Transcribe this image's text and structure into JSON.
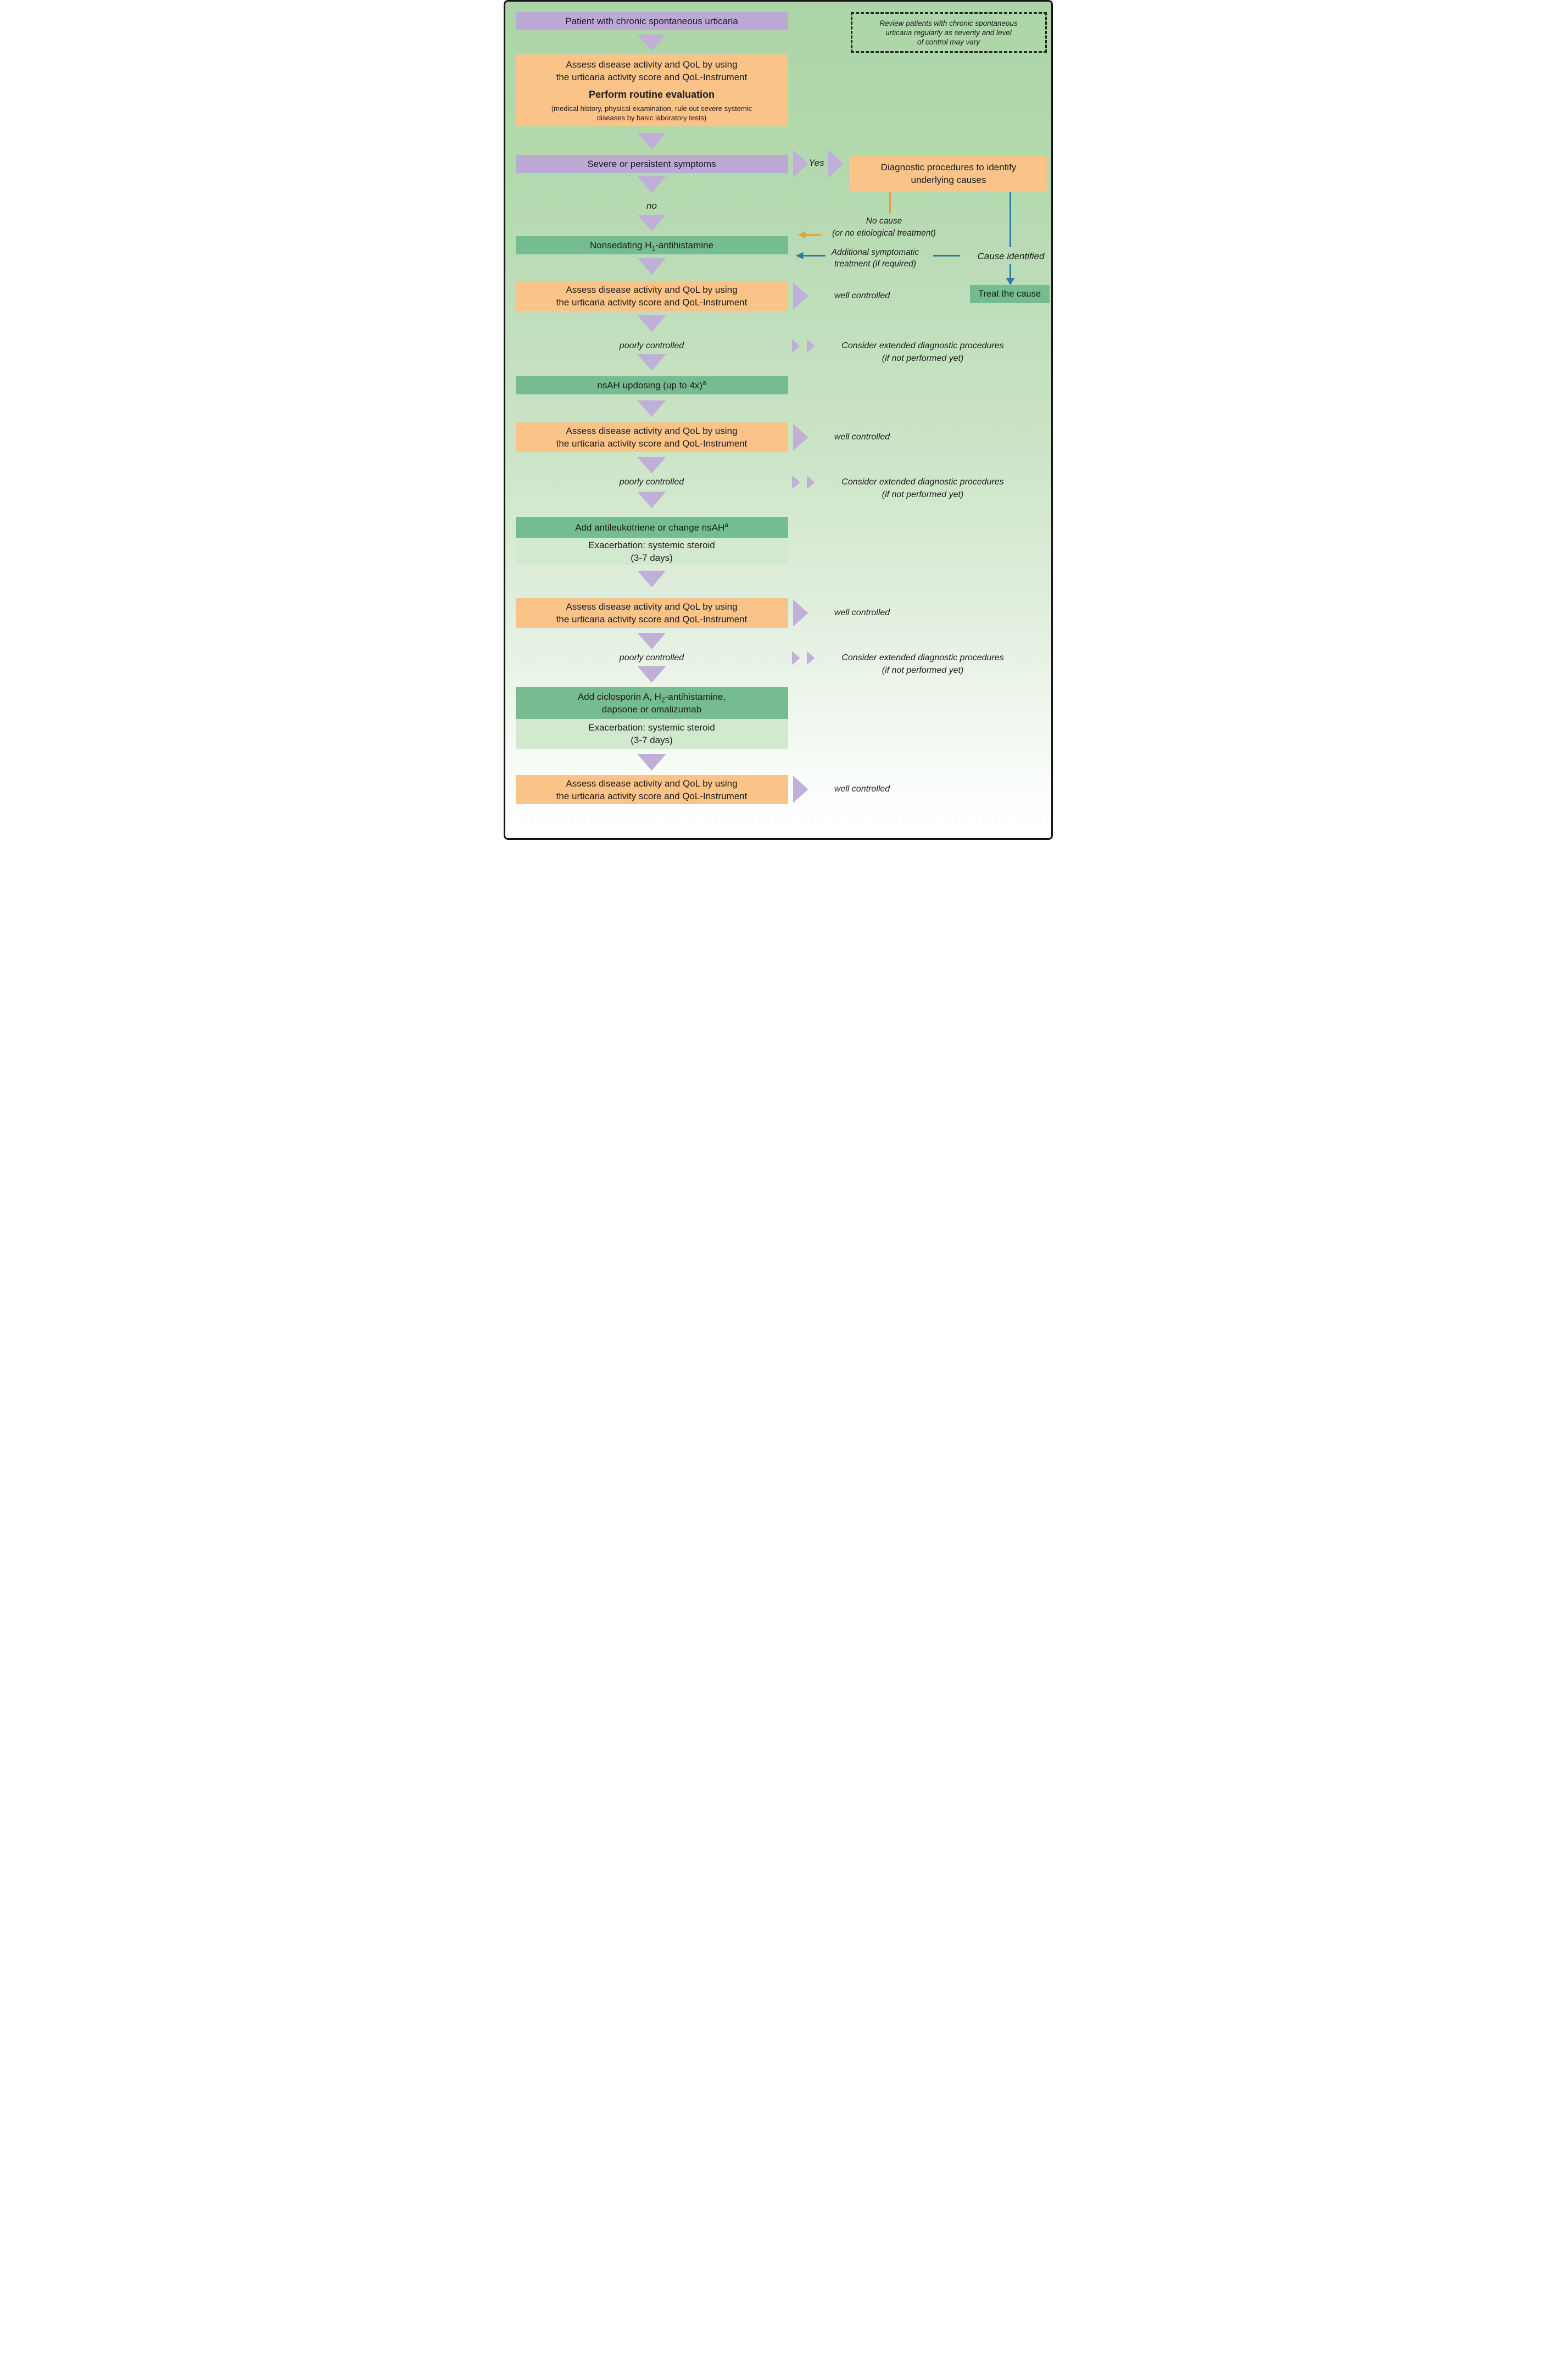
{
  "figure": {
    "start_label": "Patient with chronic spontaneous urticaria",
    "review_note": {
      "line1": "Review patients with chronic spontaneous",
      "line2": "urticaria regularly as severity and level",
      "line3": "of control may vary"
    },
    "assess_box": {
      "line1": "Assess disease activity and QoL by using",
      "line2": "the urticaria activity score and QoL-Instrument"
    },
    "routine_eval": {
      "title": "Perform routine evaluation",
      "detail1": "(medical history, physical examination, rule out severe systemic",
      "detail2": "diseases by basic laboratory tests)"
    },
    "severe_label": "Severe or persistent symptoms",
    "yes_label": "Yes",
    "no_label": "no",
    "diagnostic_box": {
      "line1": "Diagnostic procedures to identify",
      "line2": "underlying causes"
    },
    "no_cause": {
      "line1": "No cause",
      "line2": "(or no etiological treatment)"
    },
    "additional_treatment": {
      "line1": "Additional symptomatic",
      "line2": "treatment (if required)"
    },
    "cause_identified_label": "Cause identified",
    "treat_cause_label": "Treat the cause",
    "nonsedating": {
      "pre": "Nonsedating H",
      "sub": "1",
      "post": "-antihistamine"
    },
    "well_controlled_label": "well controlled",
    "poorly_controlled_label": "poorly controlled",
    "consider_extended": {
      "line1": "Consider extended diagnostic procedures",
      "line2": "(if not performed yet)"
    },
    "nsah_updosing": {
      "text": "nsAH updosing (up to 4x)",
      "sup": "a"
    },
    "antileukotriene": {
      "text": "Add antileukotriene or change nsAH",
      "sup": "a"
    },
    "exacerbation": {
      "line1": "Exacerbation: systemic steroid",
      "line2": "(3-7 days)"
    },
    "ciclosporin": {
      "line1_pre": "Add ciclosporin A, H",
      "line1_sub": "2",
      "line1_post": "-antihistamine,",
      "line2": "dapsone or omalizumab"
    }
  },
  "colors": {
    "background_top": "#acd5a7",
    "background_bottom": "#ffffff",
    "purple_box": "#bcaad4",
    "purple_arrow": "#c0afd8",
    "orange_box": "#fac489",
    "green_box": "#75bc90",
    "light_green_box": "#d3e9cf",
    "teal_arrow": "#2b7ca3",
    "orange_arrow": "#e2a23e",
    "border": "#141414"
  }
}
